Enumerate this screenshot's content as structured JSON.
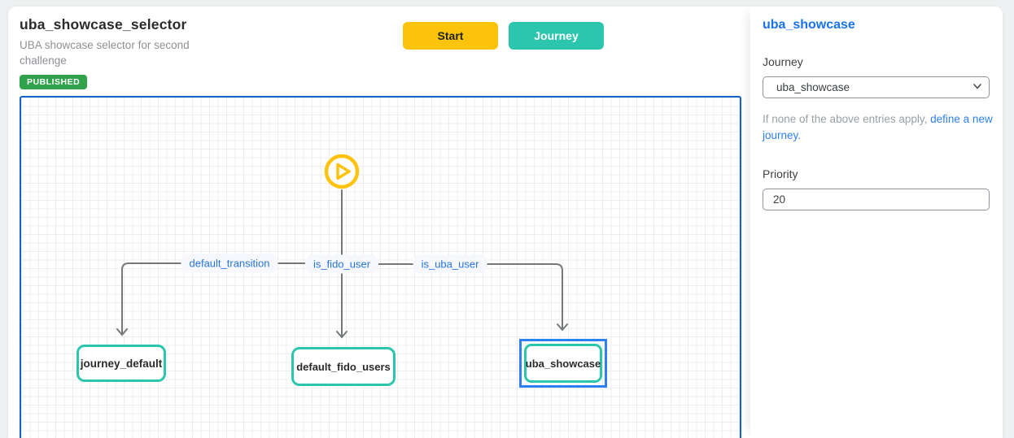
{
  "header": {
    "title": "uba_showcase_selector",
    "subtitle": "UBA showcase selector for second challenge",
    "status": "PUBLISHED",
    "buttons": {
      "start": "Start",
      "journey": "Journey"
    }
  },
  "canvas": {
    "start_icon": "play-icon",
    "edges": [
      {
        "label": "default_transition"
      },
      {
        "label": "is_fido_user"
      },
      {
        "label": "is_uba_user"
      }
    ],
    "nodes": [
      {
        "label": "journey_default",
        "selected": false
      },
      {
        "label": "default_fido_users",
        "selected": false
      },
      {
        "label": "uba_showcase",
        "selected": true
      }
    ]
  },
  "sidebar": {
    "title": "uba_showcase",
    "journey_label": "Journey",
    "journey_value": "uba_showcase",
    "hint_text": "If none of the above entries apply, ",
    "hint_link": "define a new journey.",
    "priority_label": "Priority",
    "priority_value": "20"
  },
  "colors": {
    "accent_yellow": "#fcc30b",
    "accent_teal": "#2cc5ad",
    "accent_blue": "#1a73e8",
    "canvas_border": "#1263cc",
    "selection_blue": "#2e7ff2",
    "badge_green": "#31a24c",
    "edge_gray": "#75787b",
    "edge_label_blue": "#2574dd"
  }
}
